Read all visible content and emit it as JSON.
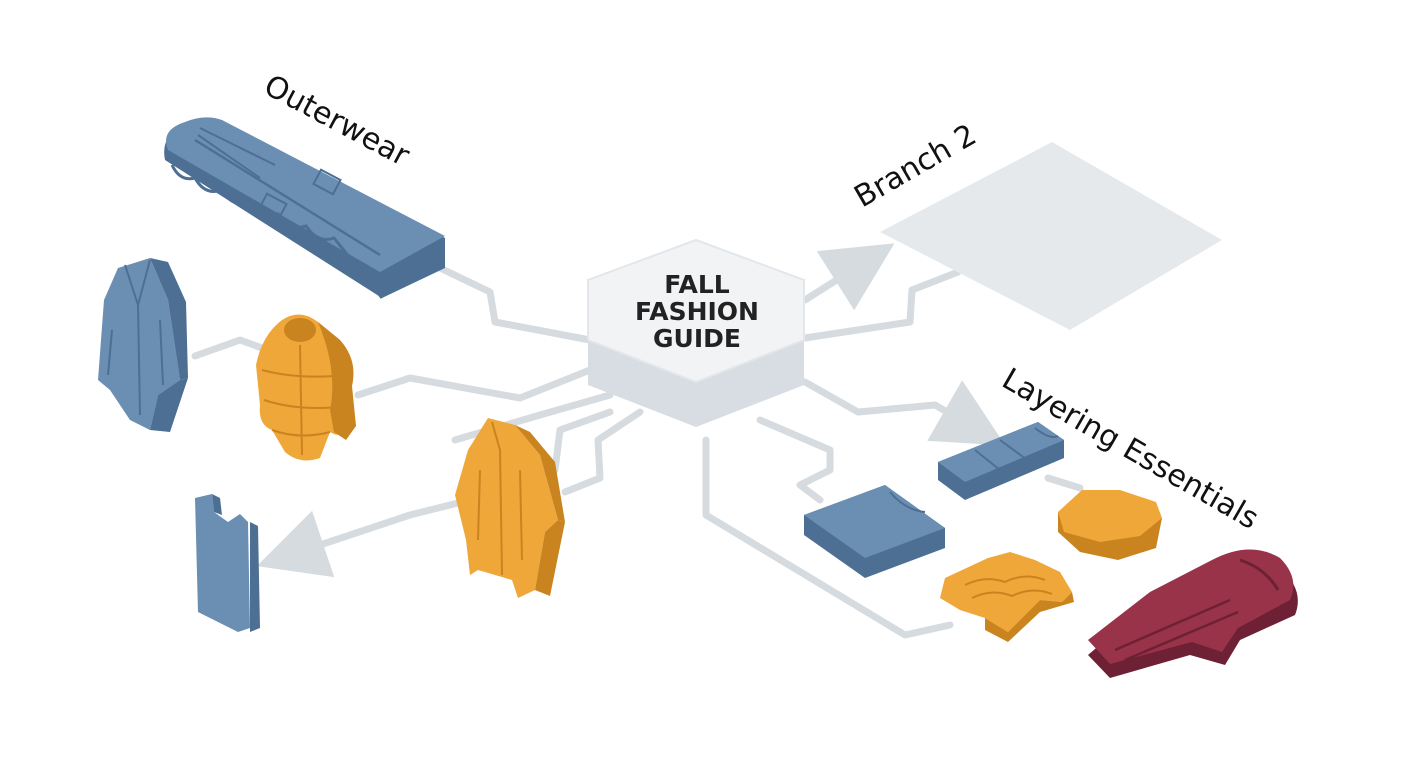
{
  "hub": {
    "lines": [
      "FALL",
      "FASHION",
      "GUIDE"
    ]
  },
  "branches": {
    "outerwear": "Outerwear",
    "branch2": "Branch 2",
    "layering": "Layering Essentials"
  },
  "colors": {
    "blue": "#6b8eb3",
    "blue_dark": "#4d6f93",
    "orange": "#efa73a",
    "orange_dark": "#c9841f",
    "maroon": "#98334a",
    "maroon_dark": "#6e2034",
    "connector": "#d6dbe0",
    "hub_top": "#f1f3f5",
    "hub_side": "#d7dde3"
  },
  "icons": [
    "quilted-coat-icon",
    "trench-coat-icon",
    "puffer-jacket-icon",
    "long-cardigan-icon",
    "tank-top-icon",
    "folded-shirt-icon",
    "folded-tee-icon",
    "octagon-swatch-icon",
    "knit-sweater-icon",
    "maroon-robe-icon"
  ]
}
